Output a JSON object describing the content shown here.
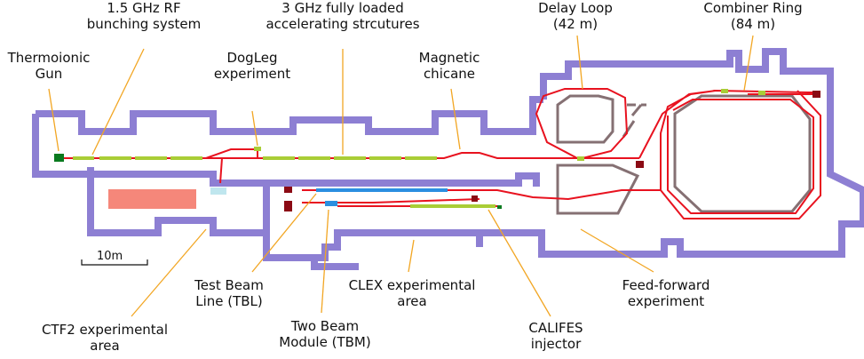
{
  "colors": {
    "wall": "#8d7fd3",
    "beam": "#e8121f",
    "leader": "#f2a623",
    "structure": "#a9cd36",
    "ring_inner": "#857073",
    "gun": "#0a7a1f",
    "dump": "#8b0a14",
    "tbl_quad": "#2b8fe0",
    "ctf2_area": "#f5877a",
    "dogleg_box": "#bfe6ee",
    "text": "#111111"
  },
  "labels": {
    "thermoionic_gun": [
      "Thermoionic",
      "Gun"
    ],
    "rf_bunching": [
      "1.5 GHz RF",
      "bunching system"
    ],
    "dogleg": [
      "DogLeg",
      "experiment"
    ],
    "accelerating": [
      "3 GHz fully loaded",
      "accelerating strcutures"
    ],
    "chicane": [
      "Magnetic",
      "chicane"
    ],
    "delay_loop": [
      "Delay Loop",
      "(42 m)"
    ],
    "combiner_ring": [
      "Combiner Ring",
      "(84 m)"
    ],
    "tbl": [
      "Test Beam",
      "Line (TBL)"
    ],
    "ctf2": [
      "CTF2 experimental",
      "area"
    ],
    "tbm": [
      "Two Beam",
      "Module (TBM)"
    ],
    "clex": [
      "CLEX experimental",
      "area"
    ],
    "califes": [
      "CALIFES",
      "injector"
    ],
    "feed_forward": [
      "Feed-forward",
      "experiment"
    ]
  },
  "scale_bar": {
    "label": "10m"
  }
}
